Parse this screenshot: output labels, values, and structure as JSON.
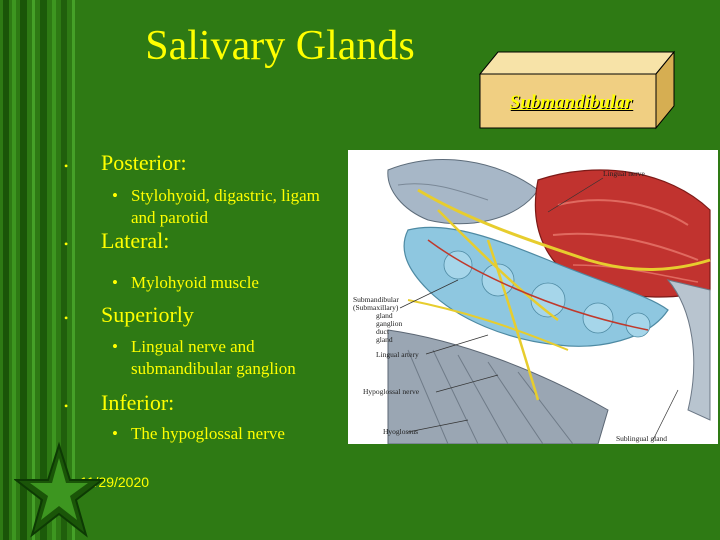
{
  "slide": {
    "title": "Salivary Glands",
    "box_label": "Submandibular",
    "bullets": [
      {
        "heading": "Posterior:",
        "sub": [
          "Stylohyoid, digastric, ligam",
          "and parotid"
        ]
      },
      {
        "heading": "Lateral:",
        "sub": [
          "Mylohyoid muscle"
        ]
      },
      {
        "heading": "Superiorly",
        "sub": [
          "Lingual nerve and",
          "submandibular ganglion"
        ]
      },
      {
        "heading": "Inferior:",
        "sub": [
          "The hypoglossal nerve"
        ]
      }
    ],
    "date": "11/29/2020",
    "bullet_glyph": "•"
  },
  "figure": {
    "labels": {
      "lingual_nerve": "Lingual nerve",
      "submandibular_block": [
        "Submandibular",
        "(Submaxillary)",
        "gland",
        "ganglion",
        "duct",
        "gland"
      ],
      "lingual_artery": "Lingual artery",
      "hypoglossal_nerve": "Hypoglossal nerve",
      "hyoglossus": "Hyoglossus",
      "sublingual_gland": "Sublingual gland"
    }
  },
  "colors": {
    "background": "#2e7a14",
    "text": "#ffff00",
    "box_face": "#f0cf82"
  },
  "icons": {
    "decoration": "star-icon"
  }
}
